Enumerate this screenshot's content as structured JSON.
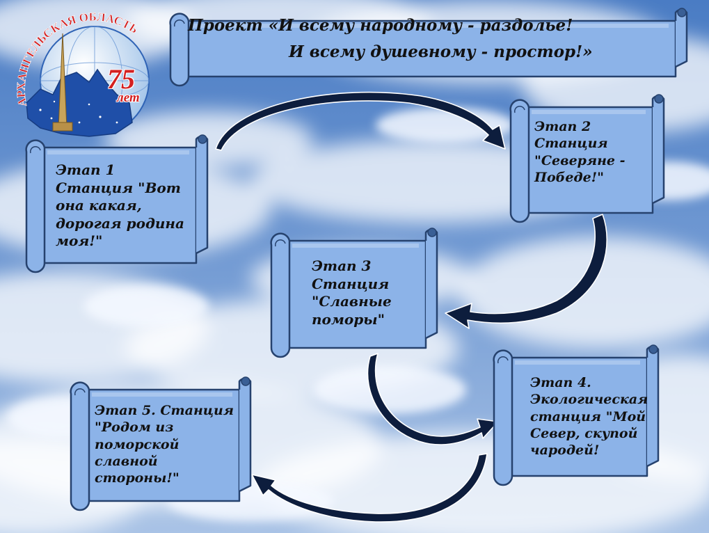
{
  "header": {
    "title_line1": "Проект «И всему народному - раздолье!",
    "title_line2": "И всему душевному - простор!»"
  },
  "logo": {
    "arc_text": "АРХАНГЕЛЬСКАЯ ОБЛАСТЬ",
    "anniversary_number": "75",
    "anniversary_unit": "лет"
  },
  "stages": [
    {
      "label": "Этап 1\nСтанция \"Вот\nона какая,\nдорогая родина\nмоя!\""
    },
    {
      "label": "Этап 2\nСтанция\n\"Северяне -\nПобеде!\""
    },
    {
      "label": "Этап 3\nСтанция\n\"Славные\nпоморы\""
    },
    {
      "label": "Этап 4.\nЭкологическая\nстанция \"Мой\nСевер, скупой\nчародей!"
    },
    {
      "label": "Этап 5. Станция\n\"Родом из\nпоморской\nславной\nстороны!\""
    }
  ],
  "colors": {
    "sky_top": "#4f7fc4",
    "sky_bottom": "#9db9df",
    "scroll_fill": "#8cb3e8",
    "scroll_stroke": "#26426e",
    "arrow_fill": "#0d1d3d",
    "logo_red": "#d42020"
  }
}
